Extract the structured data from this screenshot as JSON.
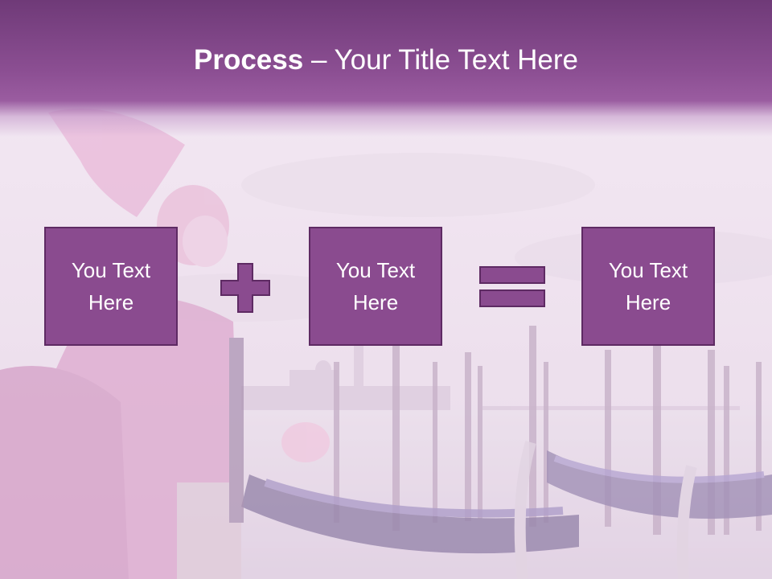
{
  "slide": {
    "title_bold": "Process",
    "title_rest": " – Your Title Text Here"
  },
  "process": {
    "boxes": [
      {
        "text": "You Text Here"
      },
      {
        "text": "You Text Here"
      },
      {
        "text": "You Text Here"
      }
    ],
    "operators": [
      "plus-icon",
      "equals-icon"
    ]
  },
  "colors": {
    "banner": "#8c4f93",
    "box_fill": "#8a4b8f",
    "box_border": "#5e2a63",
    "text": "#ffffff"
  }
}
